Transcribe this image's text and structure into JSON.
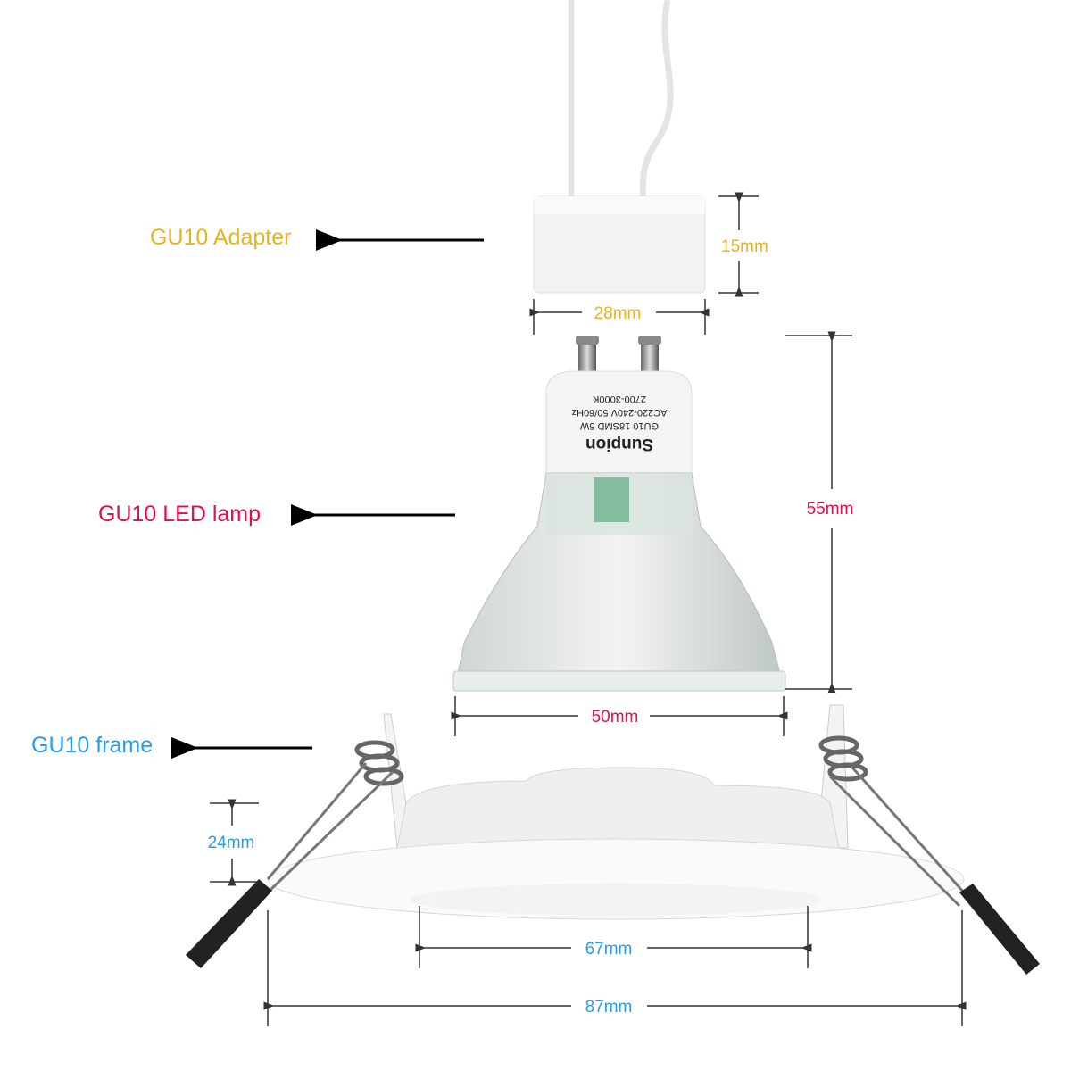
{
  "labels": {
    "adapter": "GU10 Adapter",
    "lamp": "GU10 LED lamp",
    "frame": "GU10 frame"
  },
  "dimensions": {
    "adapter_height": "15mm",
    "adapter_width": "28mm",
    "lamp_height": "55mm",
    "lamp_width": "50mm",
    "frame_height": "24mm",
    "frame_inner": "67mm",
    "frame_outer": "87mm"
  },
  "lamp_print": {
    "brand": "Sunpion",
    "model": "GU10 18SMD 5W",
    "voltage": "AC220-240V 50/60Hz",
    "cct": "2700-3000K"
  },
  "colors": {
    "adapter": "#e6b422",
    "lamp": "#e0104c",
    "frame": "#2a9de0"
  }
}
